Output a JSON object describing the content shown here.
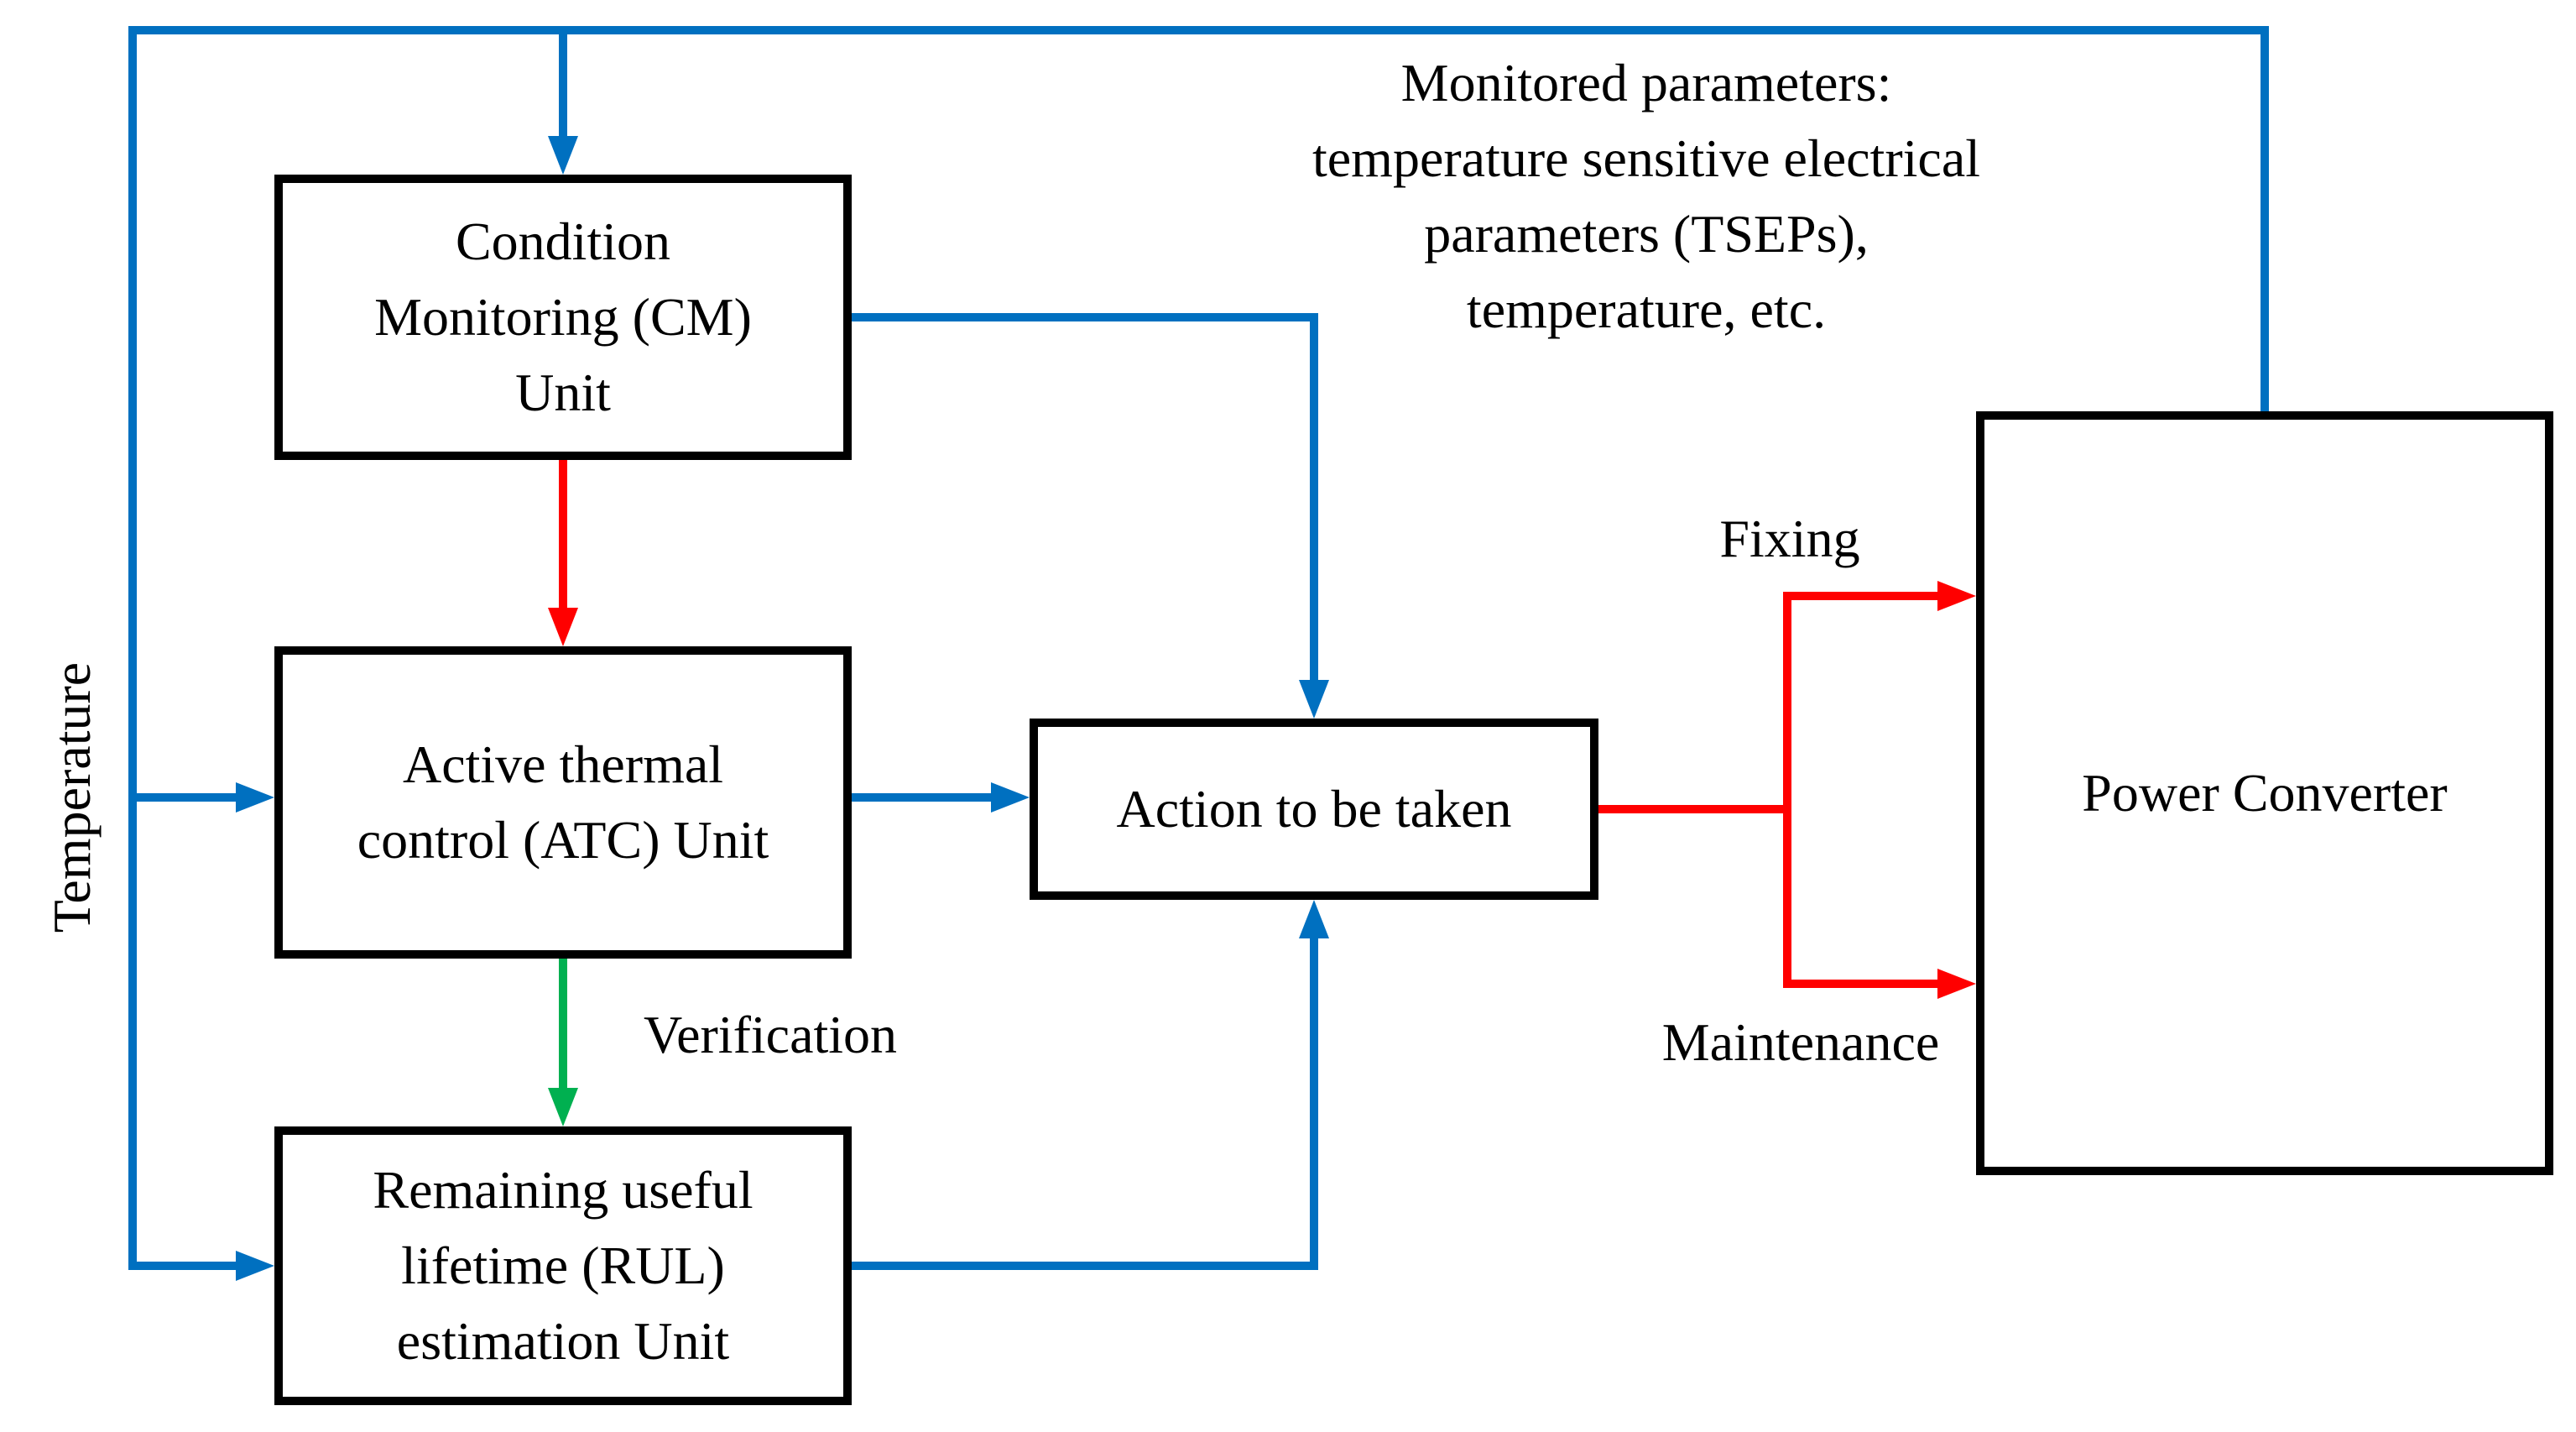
{
  "colors": {
    "signal_blue": "#0070C0",
    "action_red": "#FF0000",
    "verification_green": "#00B050",
    "box_border_black": "#000000",
    "background_white": "#FFFFFF"
  },
  "boxes": {
    "condition_monitoring": {
      "label": "Condition\nMonitoring (CM)\nUnit"
    },
    "active_thermal_control": {
      "label": "Active thermal\ncontrol (ATC) Unit"
    },
    "rul_estimation": {
      "label": "Remaining useful\nlifetime (RUL)\nestimation Unit"
    },
    "action": {
      "label": "Action to be taken"
    },
    "power_converter": {
      "label": "Power Converter"
    }
  },
  "annotations": {
    "monitored_parameters": "Monitored parameters:\ntemperature sensitive electrical\nparameters (TSEPs),\ntemperature, etc.",
    "temperature": "Temperature",
    "verification": "Verification",
    "fixing": "Fixing",
    "maintenance": "Maintenance"
  },
  "edges": [
    {
      "from": "power-converter",
      "to": "condition-monitoring-unit",
      "color": "#0070C0",
      "label": "Monitored parameters"
    },
    {
      "from": "power-converter",
      "to": "active-thermal-control-unit",
      "color": "#0070C0",
      "label": "Temperature"
    },
    {
      "from": "power-converter",
      "to": "rul-estimation-unit",
      "color": "#0070C0",
      "label": "Temperature"
    },
    {
      "from": "condition-monitoring-unit",
      "to": "active-thermal-control-unit",
      "color": "#FF0000",
      "label": ""
    },
    {
      "from": "condition-monitoring-unit",
      "to": "action-to-be-taken",
      "color": "#0070C0",
      "label": ""
    },
    {
      "from": "active-thermal-control-unit",
      "to": "action-to-be-taken",
      "color": "#0070C0",
      "label": ""
    },
    {
      "from": "active-thermal-control-unit",
      "to": "rul-estimation-unit",
      "color": "#00B050",
      "label": "Verification"
    },
    {
      "from": "rul-estimation-unit",
      "to": "action-to-be-taken",
      "color": "#0070C0",
      "label": ""
    },
    {
      "from": "action-to-be-taken",
      "to": "power-converter",
      "color": "#FF0000",
      "label": "Fixing"
    },
    {
      "from": "action-to-be-taken",
      "to": "power-converter",
      "color": "#FF0000",
      "label": "Maintenance"
    }
  ]
}
